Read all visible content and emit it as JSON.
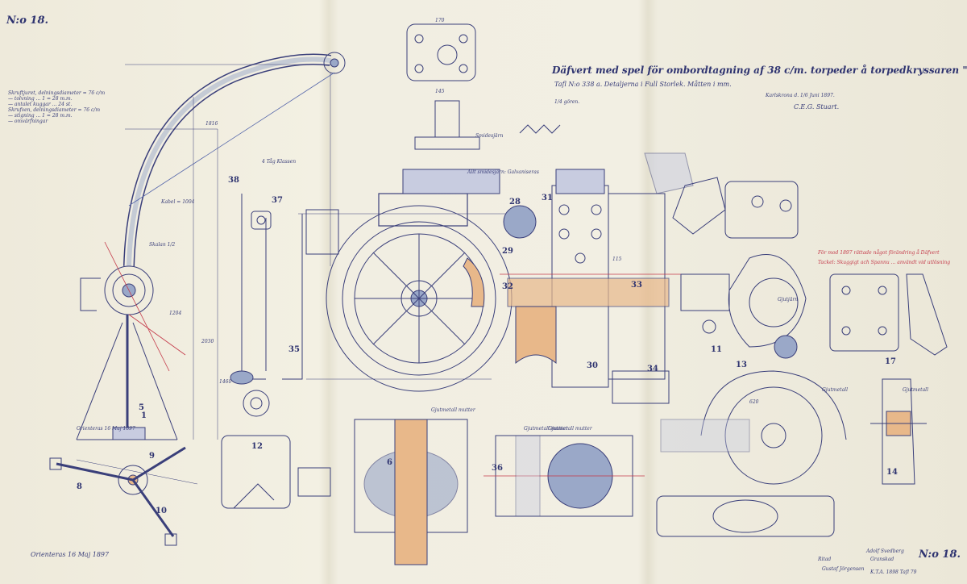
{
  "title": "Däfvert med spel för ombordtagning af 38 c/m. torpeder å torpedkryssaren \"Ornen\".",
  "subtitle": "Tafl N:o 338 a. Detaljerna i Full Storlek. Måtten i mm.",
  "place_date": "Karlskrona d. 1/6 Juni 1897.",
  "signature": "C.E.G. Stuart.",
  "scale_note": "1/4 gören.",
  "sheet_number": "N:o 18.",
  "legend_title": "Skruftråd, tolvvinge halva",
  "legend_lines": [
    "Skruftjuret, delningsdiameter = 76 c/m",
    "— tolvning ... 1 = 28 m.m.",
    "— antalet kuggar ... 24 st.",
    "Skrufven, delningsdiameter = 76 c/m",
    "— stigning ... 1 = 28 m.m.",
    "— omvärfningar"
  ],
  "red_note": [
    "För mod 1897 rättade något förändring å Däfvert",
    "Tackel: Skuggigt ach Spannu ... användt vid utlösning"
  ],
  "labels": {
    "scale_left": "Skalan 1/2",
    "kabel": "Kabel = 1004",
    "wire": "4 Tåg Klassen",
    "galv": "Allt smidesjärn: Galvaniseras",
    "smide": "Smidesjärn",
    "gjutet1": "Gjutmetall mutter",
    "gjutet2": "Gjutmetall mutter",
    "gjutet3": "Gjutmetall mutter",
    "gjutet4": "Gjutmetall",
    "gjutet5": "Gjutmetall",
    "gjutjarn": "Gjutjärn",
    "date_stamp": "Orienteras 16 Maj 1897",
    "bottom_left": "Orienteras 16 Maj 1897",
    "ritad": "Ritad",
    "granskad": "Granskad",
    "stamp_bottom": "K.T.A. 1898 Tafl 79",
    "sign1": "Adolf Svedberg",
    "sign2": "Gustaf Jörgensen"
  },
  "part_numbers": [
    "1",
    "5",
    "6",
    "8",
    "9",
    "10",
    "11",
    "12",
    "13",
    "14",
    "17",
    "28",
    "29",
    "30",
    "31",
    "32",
    "33",
    "34",
    "35",
    "36",
    "37",
    "38"
  ],
  "dims": {
    "d1": "1816",
    "d2": "1204",
    "d3": "2030",
    "d4": "1460",
    "d5": "170",
    "d6": "145",
    "d7": "115",
    "d8": "620"
  },
  "colors": {
    "ink": "#3a3f7a",
    "red": "#c43a4a",
    "bronze": "#e8b88a",
    "steel": "#9aa8c8",
    "paper": "#f1eee2"
  }
}
